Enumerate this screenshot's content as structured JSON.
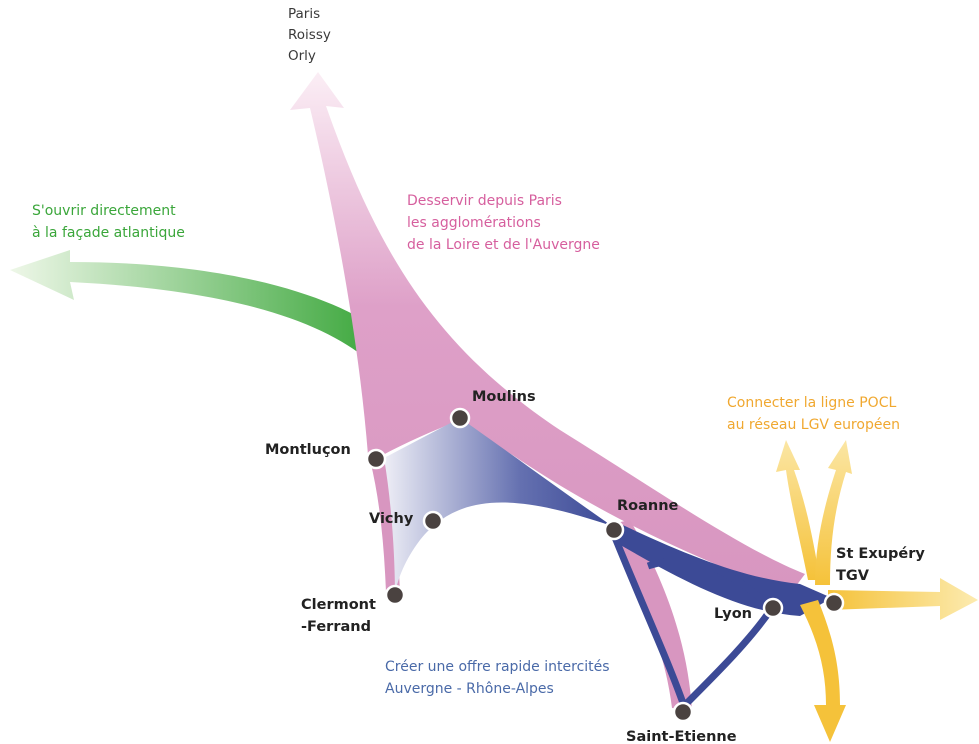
{
  "colors": {
    "paris_axis": "#d896c0",
    "atlantic": "#3aa63a",
    "intercity": "#3c4a96",
    "europe": "#f5c23a",
    "node": "#4a4240"
  },
  "destinations": {
    "paris": [
      "Paris",
      "Roissy",
      "Orly"
    ]
  },
  "annotations": {
    "atlantic": [
      "S'ouvrir directement",
      "à la façade atlantique"
    ],
    "paris": [
      "Desservir depuis Paris",
      "les agglomérations",
      "de la Loire et de l'Auvergne"
    ],
    "europe": [
      "Connecter la ligne POCL",
      "au réseau LGV européen"
    ],
    "intercity": [
      "Créer une offre rapide intercités",
      "Auvergne - Rhône-Alpes"
    ]
  },
  "cities": {
    "moulins": "Moulins",
    "montlucon": "Montluçon",
    "vichy": "Vichy",
    "clermont": [
      "Clermont",
      "-Ferrand"
    ],
    "roanne": "Roanne",
    "lyon": "Lyon",
    "st_exupery": [
      "St Exupéry",
      "TGV"
    ],
    "saint_etienne": "Saint-Etienne"
  }
}
